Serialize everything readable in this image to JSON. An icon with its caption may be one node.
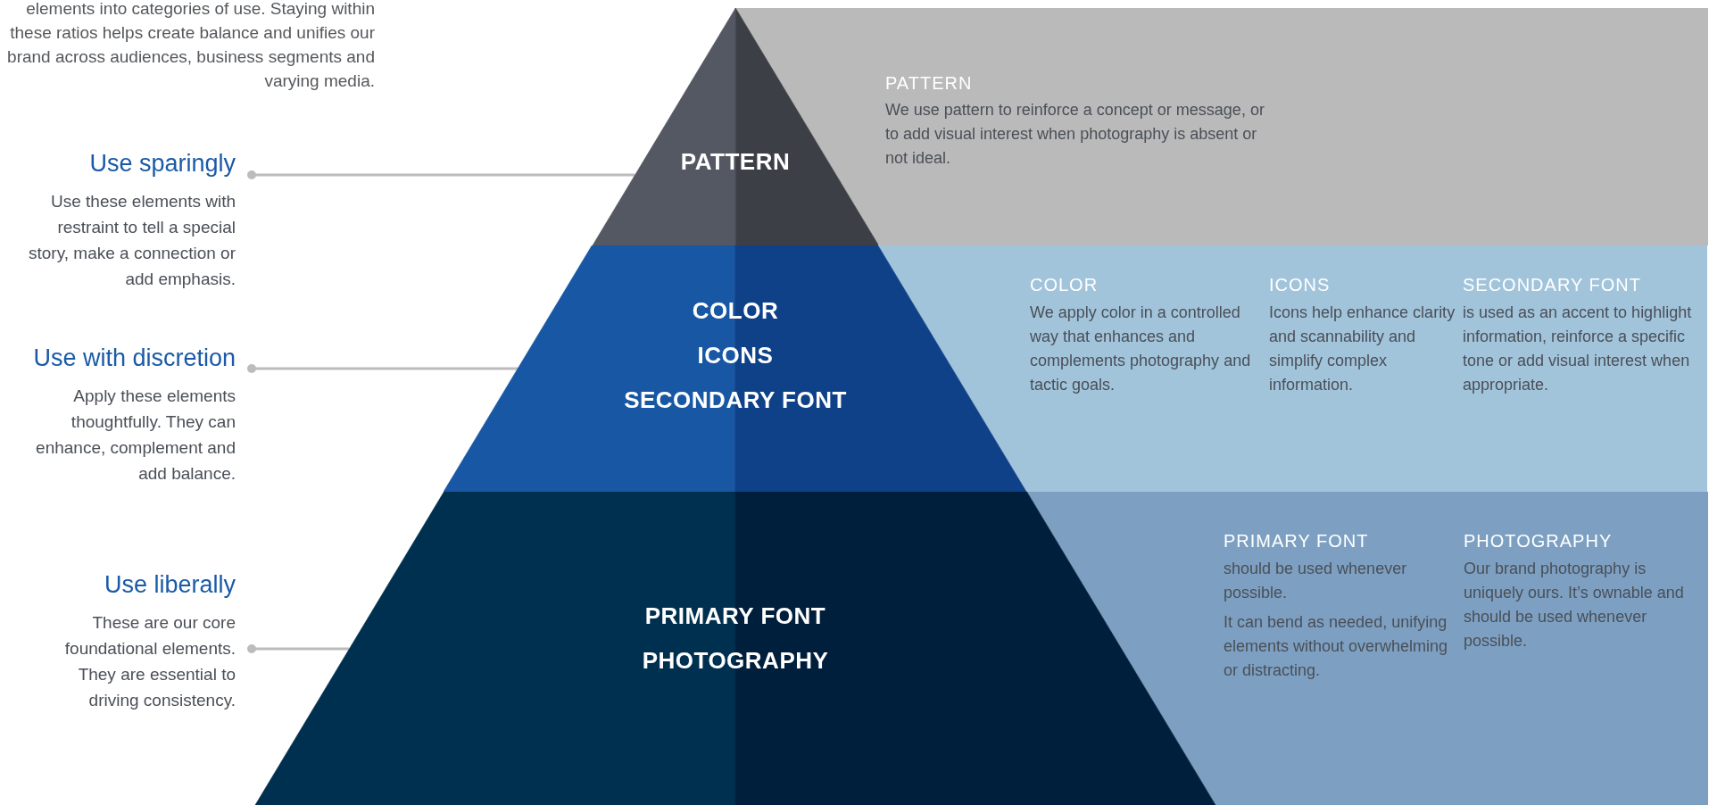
{
  "diagram": {
    "nodes": [
      {
        "text": [
          "PATTERN"
        ]
      },
      {
        "text": [
          "COLOR",
          "ICONS",
          "SECONDARY FONT"
        ]
      },
      {
        "text": [
          "PRIMARY FONT",
          "PHOTOGRAPHY"
        ]
      },
      {
        "text": [
          "PATTERN",
          "We use pattern to reinforce a concept or message, or to add visual interest when photography is absent or not ideal."
        ]
      },
      {
        "text": [],
        "shape": "box"
      },
      {
        "text": [
          "COLOR",
          "We apply color in a controlled way that enhances and complements photography and tactic goals."
        ],
        "in": 4
      },
      {
        "text": [
          "ICONS",
          "Icons help enhance clarity and scannability and simplify complex information."
        ],
        "in": 4
      },
      {
        "text": [
          "SECONDARY FONT",
          "is used as an accent to highlight information, reinforce a specific tone or add visual interest when appropriate."
        ],
        "in": 4
      },
      {
        "text": [],
        "shape": "box"
      },
      {
        "text": [
          "PRIMARY FONT",
          "should be used whenever possible.",
          "It can bend as needed, unifying elements without overwhelming or distracting."
        ],
        "in": 8
      },
      {
        "text": [
          "PHOTOGRAPHY",
          "Our brand photography is uniquely ours. It’s ownable and should be used whenever possible."
        ],
        "in": 8
      },
      {
        "text": [
          "Use sparingly",
          "Use these elements with restraint to tell a special story, make a connection or add emphasis."
        ]
      },
      {
        "text": [
          "Use with discretion",
          "Apply these elements thoughtfully. They can enhance, complement and add balance."
        ]
      },
      {
        "text": [
          "Use liberally",
          "These are our core foundational elements. They are essential to driving consistency."
        ]
      }
    ],
    "edges": [
      {
        "from": 11,
        "to": 0,
        "arrow": "other"
      },
      {
        "from": 12,
        "to": 1,
        "arrow": "other"
      },
      {
        "from": 13,
        "to": 2,
        "arrow": "other"
      }
    ],
    "labels": [
      "elements into categories of use. Staying within these ratios helps create balance and unifies our brand across audiences, business segments and varying media."
    ]
  }
}
